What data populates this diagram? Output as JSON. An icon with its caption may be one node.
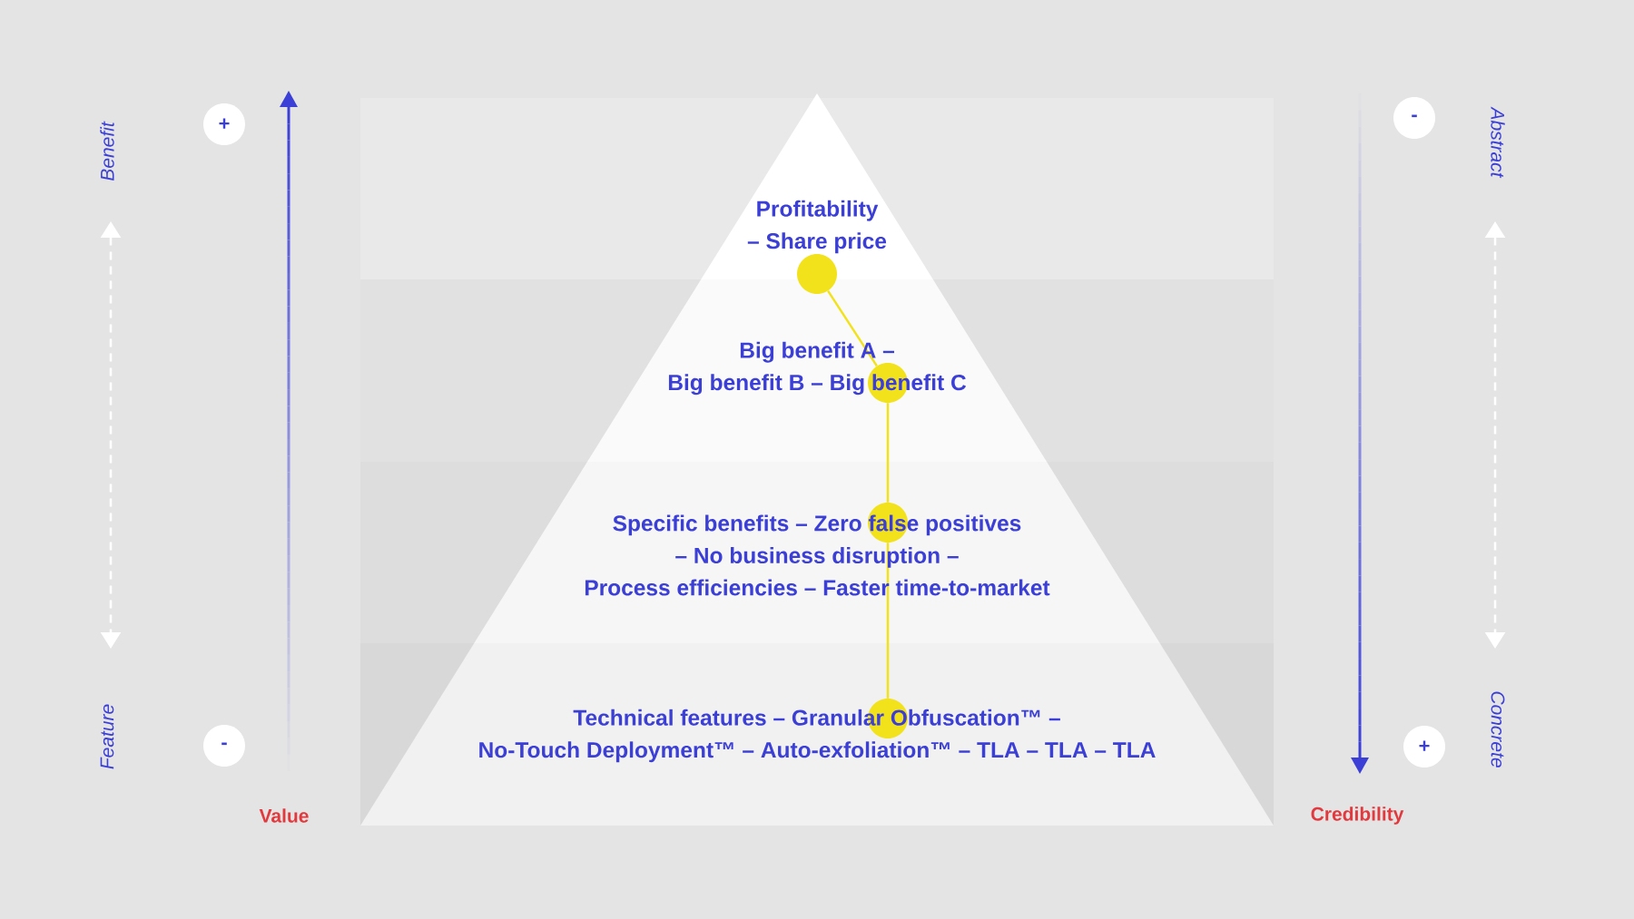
{
  "diagram": {
    "nodes": [
      {
        "text": [
          "Profitability – Share price"
        ]
      },
      {
        "text": [
          "Big benefit A – Big benefit B – Big benefit C"
        ]
      },
      {
        "text": [
          "Specific benefits – Zero false positives – No business disruption – Process efficiencies – Faster time-to-market"
        ]
      },
      {
        "text": [
          "Technical features – Granular Obfuscation™ – No-Touch Deployment™ – Auto-exfoliation™ – TLA – TLA – TLA"
        ]
      },
      {
        "text": [],
        "shape": "circle"
      },
      {
        "text": [],
        "shape": "circle"
      },
      {
        "text": [],
        "shape": "circle"
      },
      {
        "text": [],
        "shape": "circle"
      }
    ],
    "edges": [
      {
        "from": 4,
        "to": 5,
        "arrow": "none"
      },
      {
        "from": 5,
        "to": 6,
        "arrow": "none"
      },
      {
        "from": 6,
        "to": 7,
        "arrow": "none"
      }
    ],
    "labels": [
      "Benefit",
      "+",
      "Feature",
      "-",
      "Value",
      "Abstract",
      "-",
      "Concrete",
      "+",
      "Credibility"
    ]
  }
}
